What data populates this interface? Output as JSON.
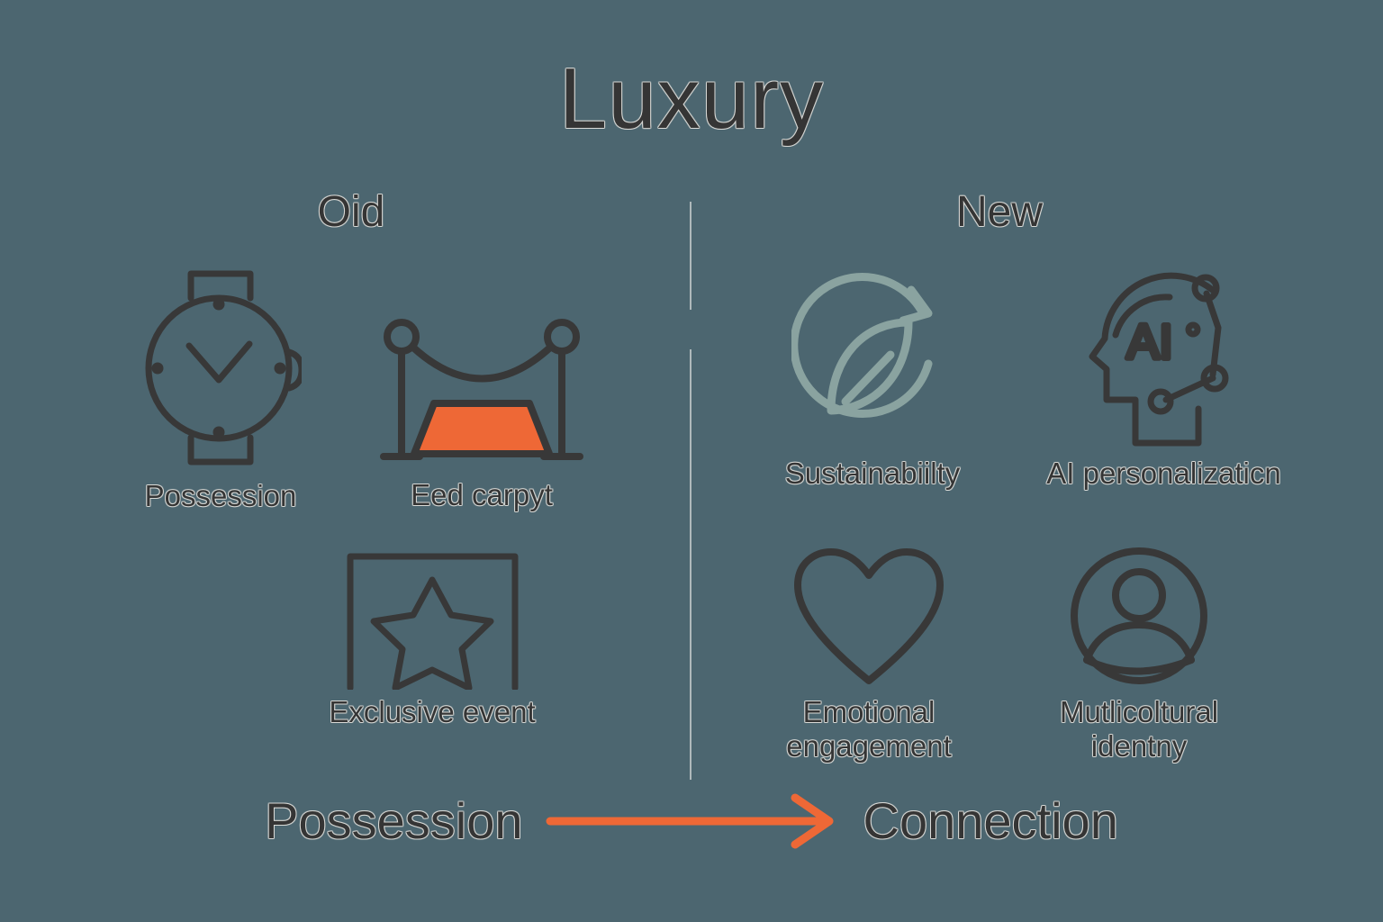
{
  "title": "Luxury",
  "colors": {
    "background": "#4c6670",
    "ink": "#383838",
    "accent_orange": "#ee6836",
    "sustain_green": "#8aa3a0",
    "divider": "#d6dad8"
  },
  "columns": {
    "left_heading": "Oid",
    "right_heading": "New"
  },
  "left_items": [
    {
      "label": "Possession",
      "icon": "wristwatch-icon"
    },
    {
      "label": "Eed carpyt",
      "icon": "red-carpet-icon"
    },
    {
      "label": "Exclusive event",
      "icon": "star-frame-icon"
    }
  ],
  "right_items": [
    {
      "label": "Sustainabiilty",
      "icon": "recycle-leaf-icon"
    },
    {
      "label": "AI personalizaticn",
      "icon": "ai-head-icon",
      "inner_text": "AI"
    },
    {
      "label_line1": "Emotional",
      "label_line2": "engagement",
      "icon": "heart-icon"
    },
    {
      "label_line1": "Mutlicoltural",
      "label_line2": "identny",
      "icon": "person-avatar-icon"
    }
  ],
  "banner": {
    "from": "Possession",
    "to": "Connection",
    "arrow": "right-arrow-icon"
  }
}
